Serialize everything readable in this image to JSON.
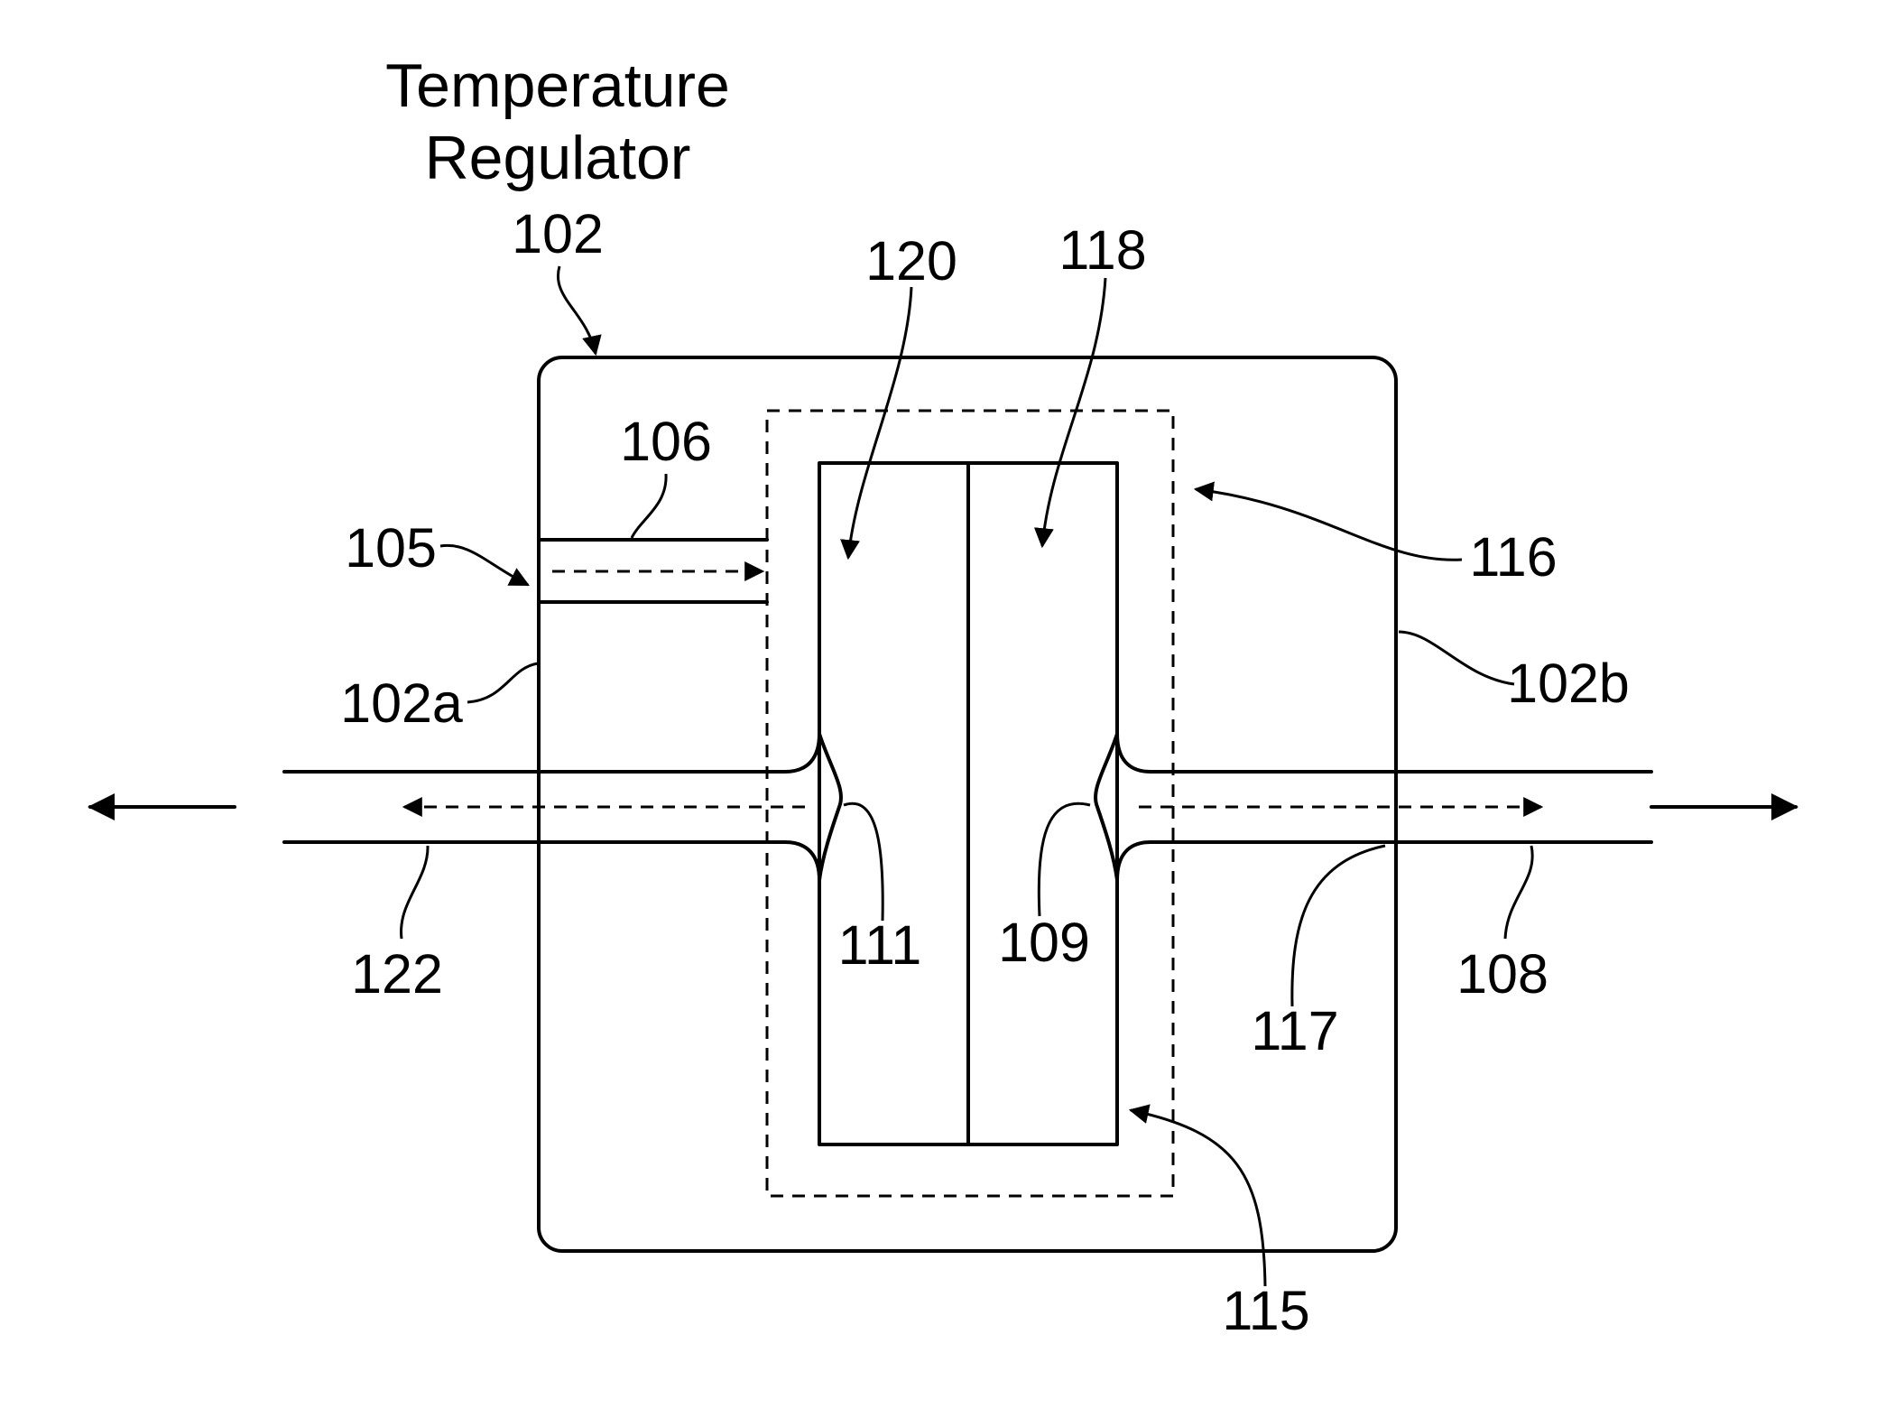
{
  "title": {
    "line1": "Temperature",
    "line2": "Regulator"
  },
  "labels": {
    "housing": "102",
    "left_wall": "102a",
    "right_wall": "102b",
    "inlet": "105",
    "inlet_channel": "106",
    "right_outlet_tube": "108",
    "right_junction": "109",
    "left_junction": "111",
    "bottom_region": "115",
    "dashed_enclosure": "116",
    "outlet_wall_point": "117",
    "right_chamber": "118",
    "left_chamber": "120",
    "left_outlet_tube": "122"
  },
  "colors": {
    "stroke": "#000000",
    "background": "#ffffff"
  }
}
